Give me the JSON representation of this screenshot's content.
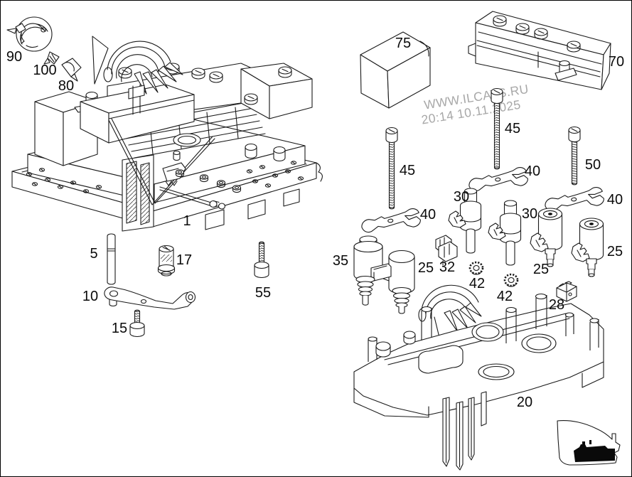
{
  "page": {
    "background": "#ffffff",
    "border_color": "#000000",
    "line_color": "#1a1a1a"
  },
  "watermark": {
    "line1": "WWW.ILCATS.RU",
    "line2": "20:14 10.11.2025",
    "color": "#a8a8a8"
  },
  "callouts": {
    "p90": "90",
    "p100": "100",
    "p80": "80",
    "p1": "1",
    "p5": "5",
    "p17": "17",
    "p10": "10",
    "p15": "15",
    "p55": "55",
    "p75": "75",
    "p70": "70",
    "p45_left": "45",
    "p45_right": "45",
    "p50": "50",
    "p40_left": "40",
    "p40_mid": "40",
    "p40_right": "40",
    "p30_left": "30",
    "p30_right": "30",
    "p35": "35",
    "p25_left": "25",
    "p25_mid": "25",
    "p25_right": "25",
    "p32": "32",
    "p42_left": "42",
    "p42_right": "42",
    "p28": "28",
    "p20": "20"
  }
}
